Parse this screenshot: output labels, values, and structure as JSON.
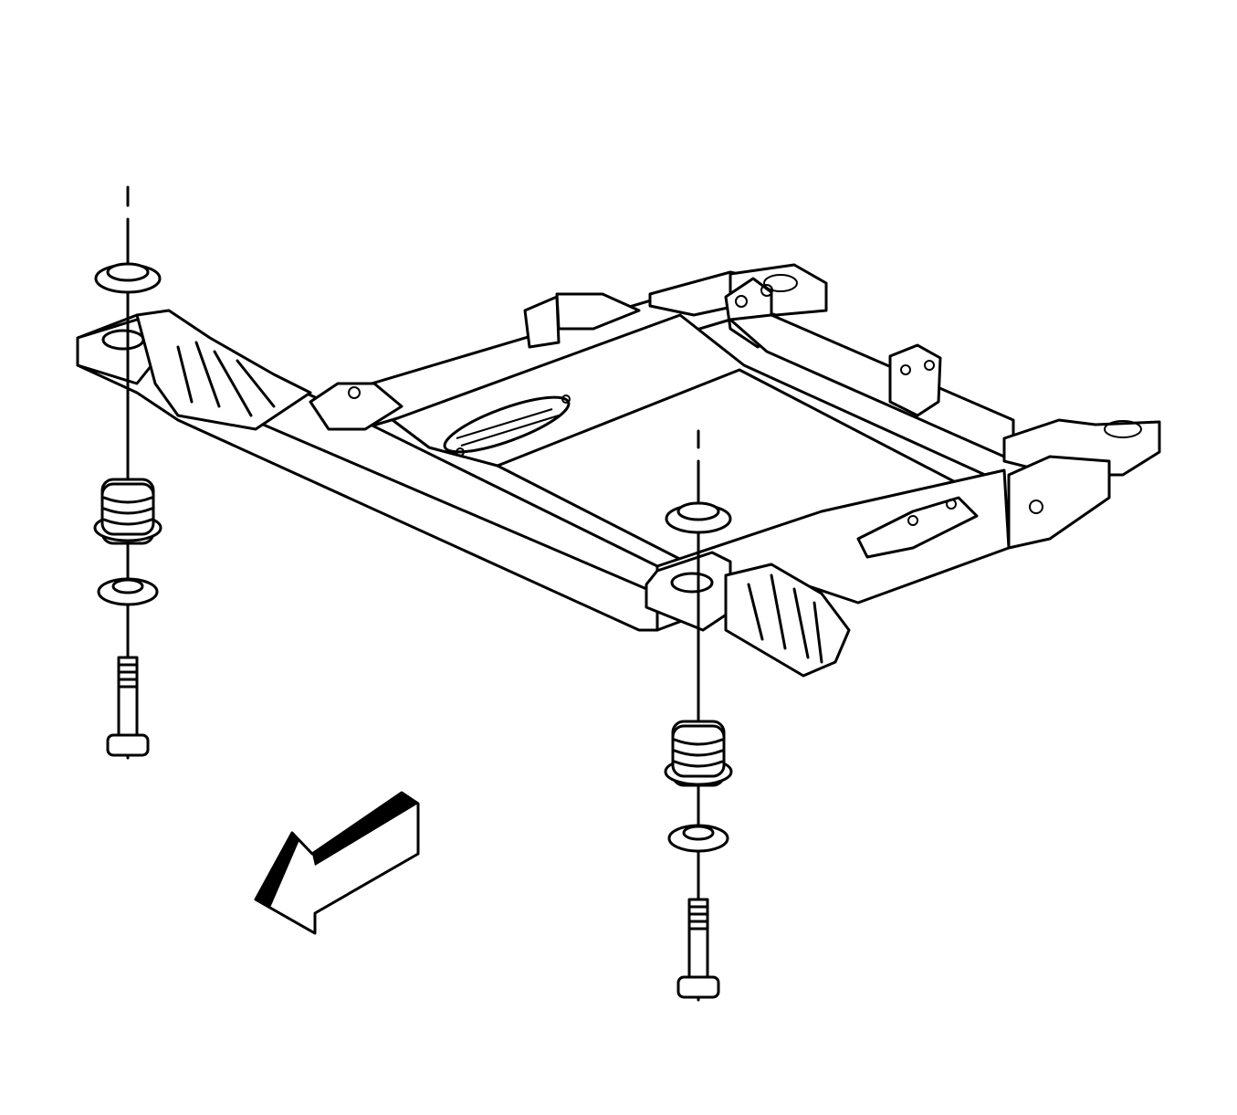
{
  "diagram": {
    "subject": "",
    "colors": {
      "line": "#000000",
      "background": "#ffffff"
    },
    "components": [
      "frame",
      "left-mount-stack",
      "right-mount-stack",
      "direction-arrow"
    ]
  }
}
